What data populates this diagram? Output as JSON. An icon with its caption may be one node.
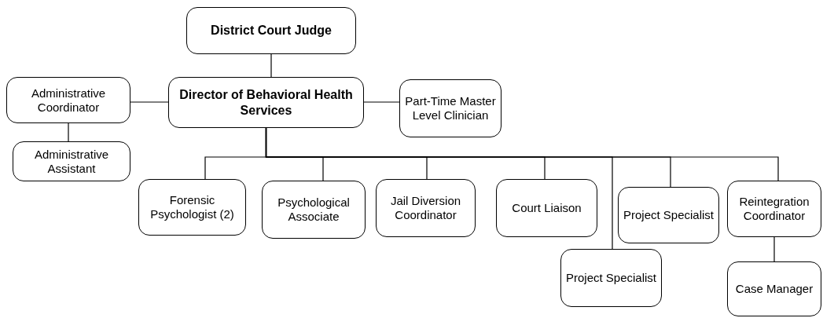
{
  "diagram": {
    "nodes": [
      {
        "text": [
          "District Court Judge"
        ]
      },
      {
        "text": [
          "Director of Behavioral Health Services"
        ]
      },
      {
        "text": [
          "Administrative Coordinator"
        ]
      },
      {
        "text": [
          "Administrative Assistant"
        ]
      },
      {
        "text": [
          "Part-Time Master Level Clinician"
        ]
      },
      {
        "text": [
          "Forensic Psychologist (2)"
        ]
      },
      {
        "text": [
          "Psychological Associate"
        ]
      },
      {
        "text": [
          "Jail Diversion Coordinator"
        ]
      },
      {
        "text": [
          "Court Liaison"
        ]
      },
      {
        "text": [
          "Project Specialist"
        ]
      },
      {
        "text": [
          "Project Specialist"
        ]
      },
      {
        "text": [
          "Reintegration Coordinator"
        ]
      },
      {
        "text": [
          "Case Manager"
        ]
      }
    ],
    "edges": [
      {
        "from": 0,
        "to": 1,
        "arrow": "none"
      },
      {
        "from": 1,
        "to": 2,
        "arrow": "none"
      },
      {
        "from": 2,
        "to": 3,
        "arrow": "none"
      },
      {
        "from": 1,
        "to": 4,
        "arrow": "none"
      },
      {
        "from": 1,
        "to": 5,
        "arrow": "none"
      },
      {
        "from": 1,
        "to": 6,
        "arrow": "none"
      },
      {
        "from": 1,
        "to": 7,
        "arrow": "none"
      },
      {
        "from": 1,
        "to": 8,
        "arrow": "none"
      },
      {
        "from": 1,
        "to": 9,
        "arrow": "none"
      },
      {
        "from": 1,
        "to": 10,
        "arrow": "none"
      },
      {
        "from": 1,
        "to": 11,
        "arrow": "none"
      },
      {
        "from": 11,
        "to": 12,
        "arrow": "none"
      }
    ]
  }
}
